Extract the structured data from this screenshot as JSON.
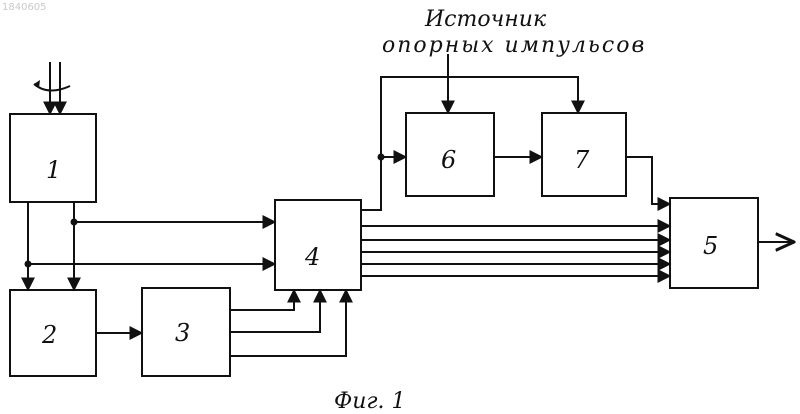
{
  "doc_number": "1840605",
  "source_label": {
    "line1": "Источник",
    "line2": "опорных импульсов"
  },
  "blocks": {
    "b1": "1",
    "b2": "2",
    "b3": "3",
    "b4": "4",
    "b5": "5",
    "b6": "6",
    "b7": "7"
  },
  "caption": "Фиг. 1"
}
